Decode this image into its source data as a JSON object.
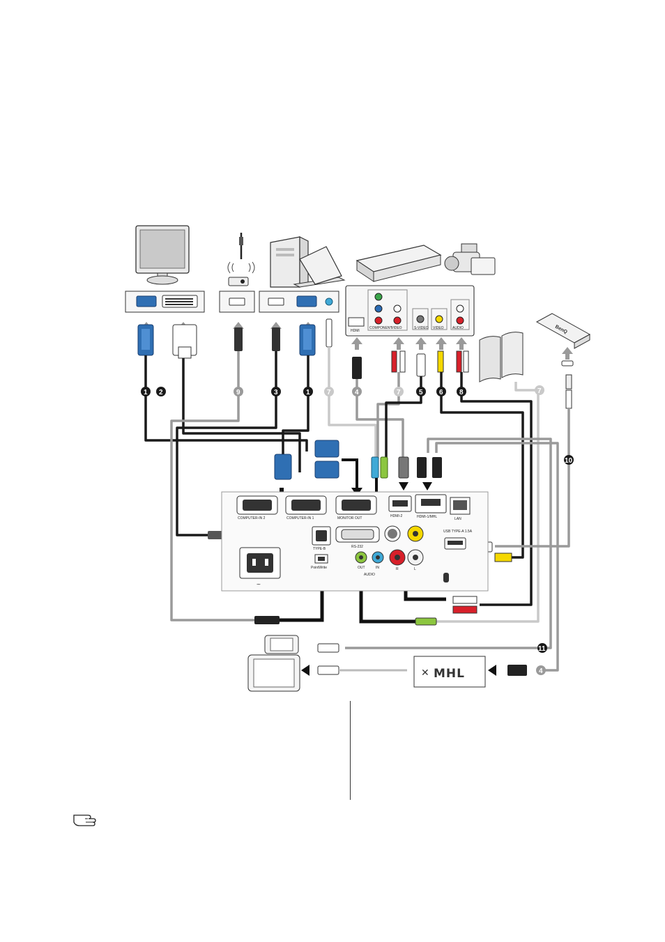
{
  "diagram": {
    "callout_numbers": [
      "1",
      "2",
      "9",
      "3",
      "1",
      "7",
      "4",
      "7",
      "5",
      "6",
      "8",
      "7",
      "10",
      "11",
      "4"
    ],
    "projector_ports": {
      "computer_in_1": "COMPUTER-IN 1",
      "computer_in_2": "COMPUTER-IN 2",
      "monitor_out": "MONITOR OUT",
      "hdmi_2": "HDMI-2",
      "hdmi_1_mhl": "HDMI-1/MHL",
      "lan": "LAN",
      "type_b": "TYPE-B",
      "rs232": "RS-232",
      "usb_type_a": "USB TYPE-A 1.5A",
      "audio_out": "OUT",
      "audio_in": "IN",
      "audio": "AUDIO",
      "audio_r": "R",
      "audio_l": "L",
      "pointwrite": "PointWrite"
    },
    "source_panel": {
      "hdmi": "HDMI",
      "component": "COMPONENT",
      "video": "VIDEO",
      "s_video": "S-VIDEO",
      "video2": "VIDEO",
      "audio": "AUDIO"
    },
    "device_labels": {
      "mhl_adapter": "MHL",
      "usb_stick": "BenQ"
    },
    "colors": {
      "vga_blue": "#2f6fb3",
      "cable_black": "#1a1a1a",
      "cable_gray": "#9a9a9a",
      "rca_yellow": "#f5d800",
      "rca_red": "#d8202a",
      "rca_white": "#f2f2f2",
      "audio_green": "#8cc63f",
      "audio_blue": "#3fa9d6",
      "component_green": "#3aa54a",
      "component_blue": "#2b6cb5",
      "component_red": "#d8202a"
    }
  }
}
